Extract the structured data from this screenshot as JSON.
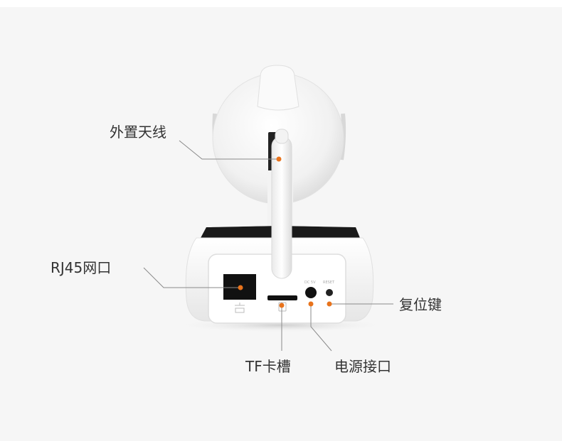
{
  "callouts": {
    "antenna": "外置天线",
    "rj45": "RJ45网口",
    "reset": "复位键",
    "tf": "TF卡槽",
    "power": "电源接口"
  },
  "colors": {
    "background": "#f6f6f6",
    "accent_dot": "#e8731c",
    "leader_line": "#e8731c",
    "body": "#ffffff",
    "port": "#111111"
  }
}
